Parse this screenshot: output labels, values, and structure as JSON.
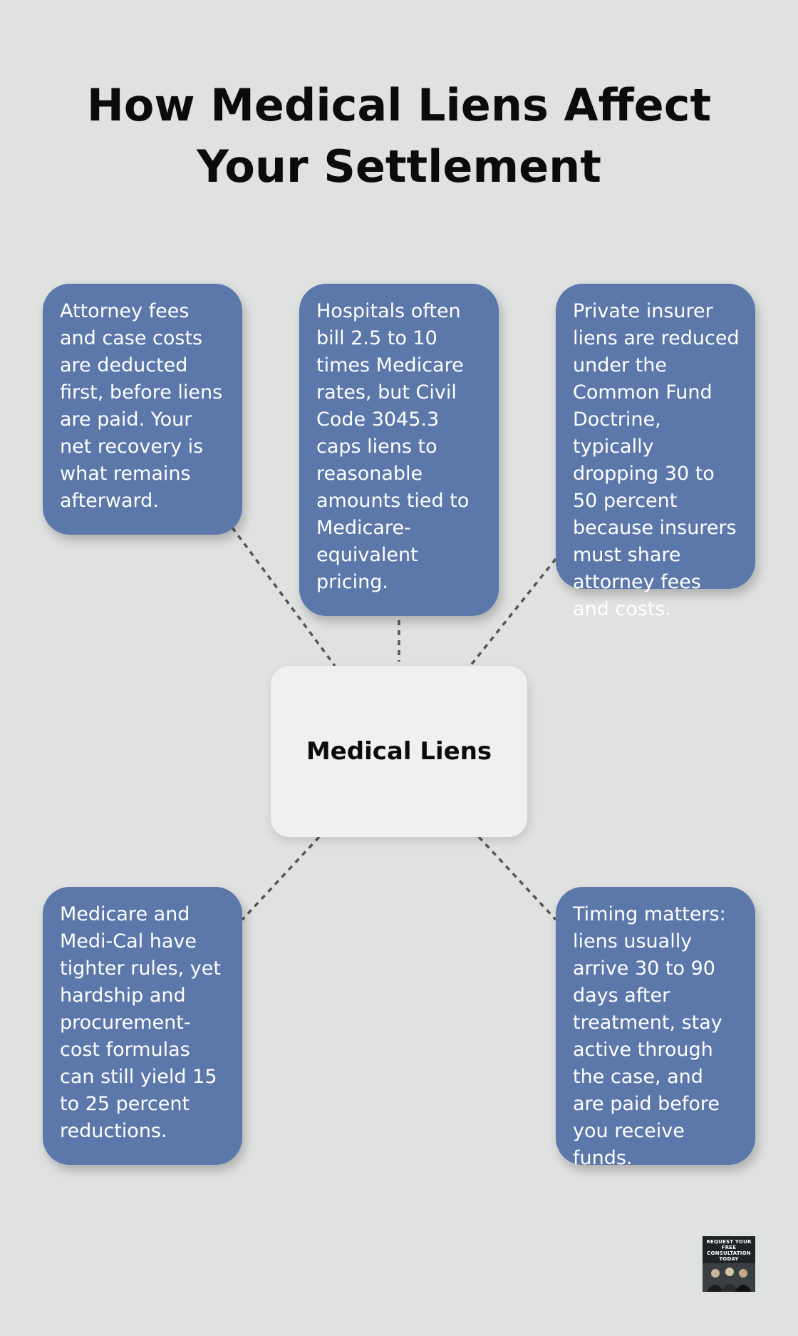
{
  "title": "How Medical Liens Affect Your Settlement",
  "center": {
    "label": "Medical Liens"
  },
  "cards": [
    {
      "text": "Attorney fees and case costs are deducted first, before liens are paid. Your net recovery is what remains afterward."
    },
    {
      "text": "Hospitals often bill 2.5 to 10 times Medicare rates, but Civil Code 3045.3 caps liens to reasonable amounts tied to Medicare-equivalent pricing."
    },
    {
      "text": "Private insurer liens are reduced under the Common Fund Doctrine, typically dropping 30 to 50 percent because insurers must share attorney fees and costs."
    },
    {
      "text": "Medicare and Medi-Cal have tighter rules, yet hardship and procurement-cost formulas can still yield 15 to 25 percent reductions."
    },
    {
      "text": "Timing matters: liens usually arrive 30 to 90 days after treatment, stay active through the case, and are paid before you receive funds."
    }
  ],
  "badge": {
    "text": "REQUEST YOUR FREE CONSULTATION TODAY"
  },
  "colors": {
    "background": "#e0e1e1",
    "card": "#5c77aa",
    "center": "#eff0f2",
    "connector": "#555555"
  }
}
